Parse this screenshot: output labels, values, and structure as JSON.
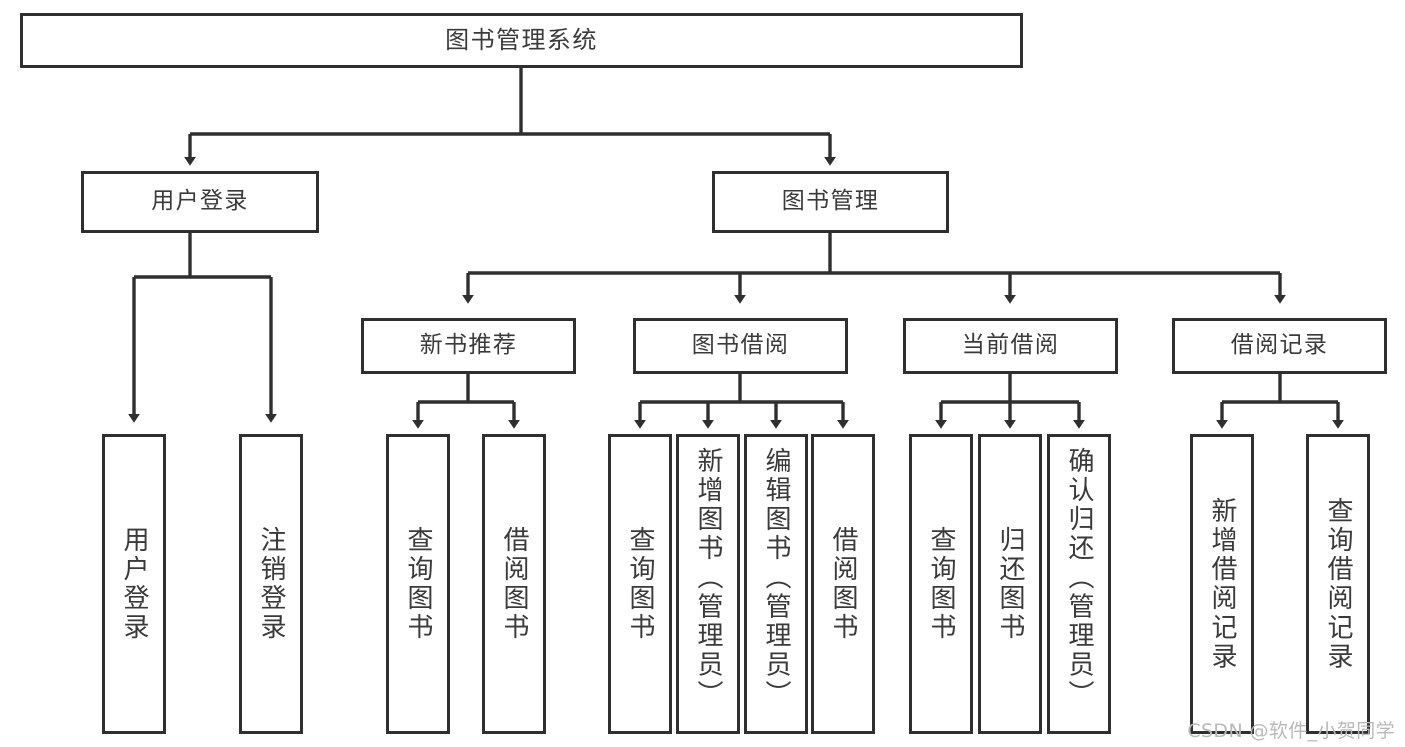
{
  "diagram": {
    "title": "图书管理系统",
    "type": "tree-hierarchy",
    "stroke_color": "#2f2f2f",
    "text_color": "#3a3a3a",
    "background": "#ffffff"
  },
  "nodes": {
    "root": {
      "label": "图书管理系统"
    },
    "tier2": [
      {
        "label": "用户登录"
      },
      {
        "label": "图书管理"
      }
    ],
    "tier3": [
      {
        "label": "新书推荐"
      },
      {
        "label": "图书借阅"
      },
      {
        "label": "当前借阅"
      },
      {
        "label": "借阅记录"
      }
    ],
    "leaves": {
      "user_login": [
        {
          "label": "用户登录"
        },
        {
          "label": "注销登录"
        }
      ],
      "new_book_recommend": [
        {
          "label": "查询图书"
        },
        {
          "label": "借阅图书"
        }
      ],
      "book_borrow": [
        {
          "label": "查询图书"
        },
        {
          "label": "新增图书（管理员）"
        },
        {
          "label": "编辑图书（管理员）"
        },
        {
          "label": "借阅图书"
        }
      ],
      "current_borrow": [
        {
          "label": "查询图书"
        },
        {
          "label": "归还图书"
        },
        {
          "label": "确认归还（管理员）"
        }
      ],
      "borrow_record": [
        {
          "label": "新增借阅记录"
        },
        {
          "label": "查询借阅记录"
        }
      ]
    }
  },
  "watermark": {
    "text": "CSDN @软件_小贺同学"
  }
}
